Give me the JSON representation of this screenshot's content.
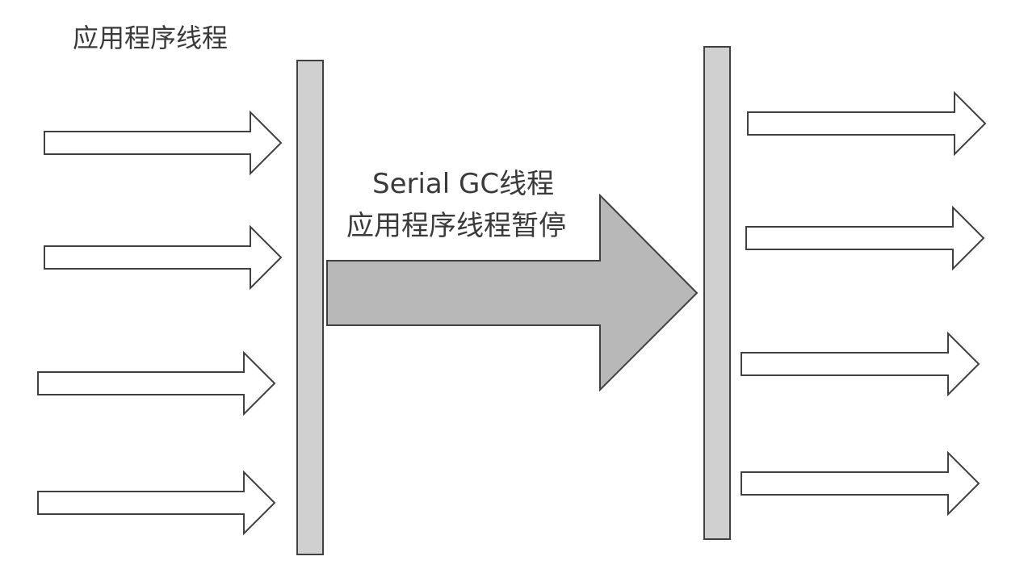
{
  "labels": {
    "app_threads": "应用程序线程",
    "gc_thread": "Serial GC线程",
    "app_paused": "应用程序线程暂停"
  },
  "colors": {
    "background": "#ffffff",
    "stroke": "#404040",
    "pause_bar_fill": "#d0d0d0",
    "gc_arrow_fill": "#b8b8b8",
    "thread_arrow_fill": "#ffffff",
    "text": "#3a3a3a"
  },
  "counts": {
    "threads_before": 4,
    "threads_after": 4
  }
}
